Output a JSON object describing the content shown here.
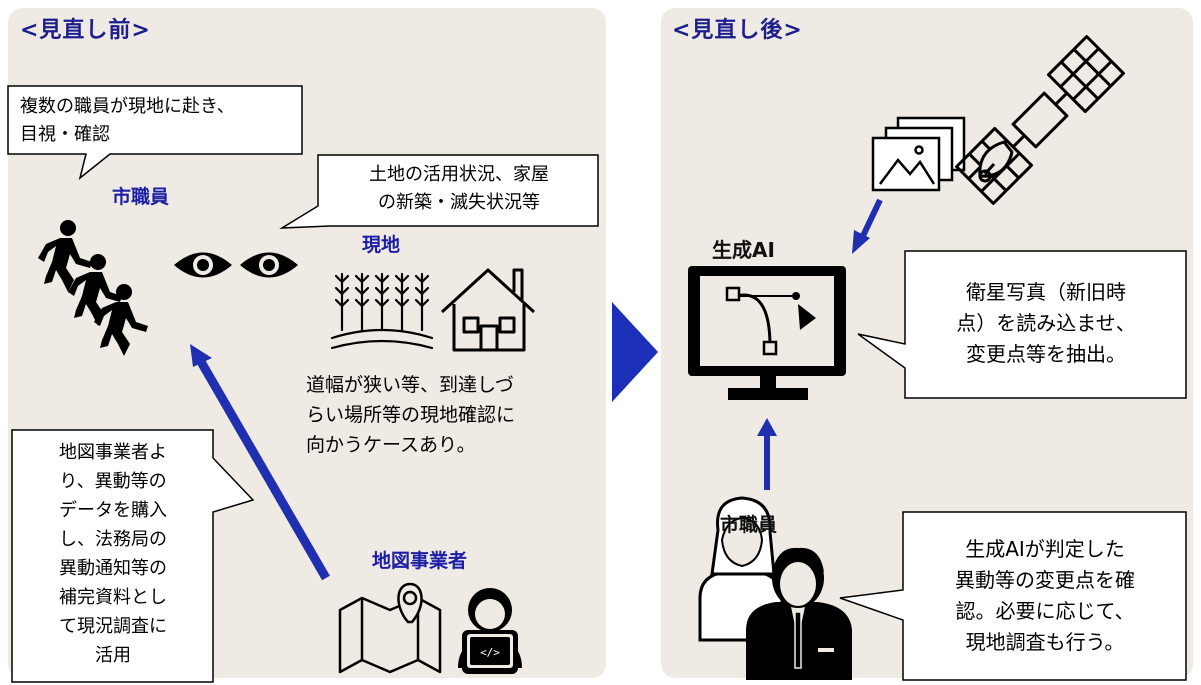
{
  "before": {
    "title": "<見直し前>",
    "callout_staff": [
      "複数の職員が現地に赴き、",
      "目視・確認"
    ],
    "staff_label": "市職員",
    "callout_site": [
      "土地の活用状況、家屋",
      "の新築・滅失状況等"
    ],
    "site_label": "現地",
    "site_note": [
      "道幅が狭い等、到達しづ",
      "らい場所等の現地確認に",
      "向かうケースあり。"
    ],
    "callout_vendor": [
      "地図事業者よ",
      "り、異動等の",
      "データを購入",
      "し、法務局の",
      "異動通知等の",
      "補完資料とし",
      "て現況調査に",
      "活用"
    ],
    "vendor_label": "地図事業者"
  },
  "after": {
    "title": "<見直し後>",
    "ai_label": "生成AI",
    "callout_ai": [
      "衛星写真（新旧時",
      "点）を読み込ませ、",
      "変更点等を抽出。"
    ],
    "staff_label": "市職員",
    "callout_staff": [
      "生成AIが判定した",
      "異動等の変更点を確",
      "認。必要に応じて、",
      "現地調査も行う。"
    ]
  },
  "colors": {
    "panel_bg": "#efebe4",
    "title_blue": "#1c1e8c",
    "label_blue": "#1c1ea6",
    "arrow_blue": "#1f2fb0",
    "transition_arrow": "#1b2fb8"
  },
  "icons": [
    "running-people-icon",
    "eyes-icon",
    "wheat-field-icon",
    "house-icon",
    "map-pin-icon",
    "programmer-icon",
    "satellite-icon",
    "photos-icon",
    "monitor-vector-icon",
    "office-workers-icon"
  ]
}
